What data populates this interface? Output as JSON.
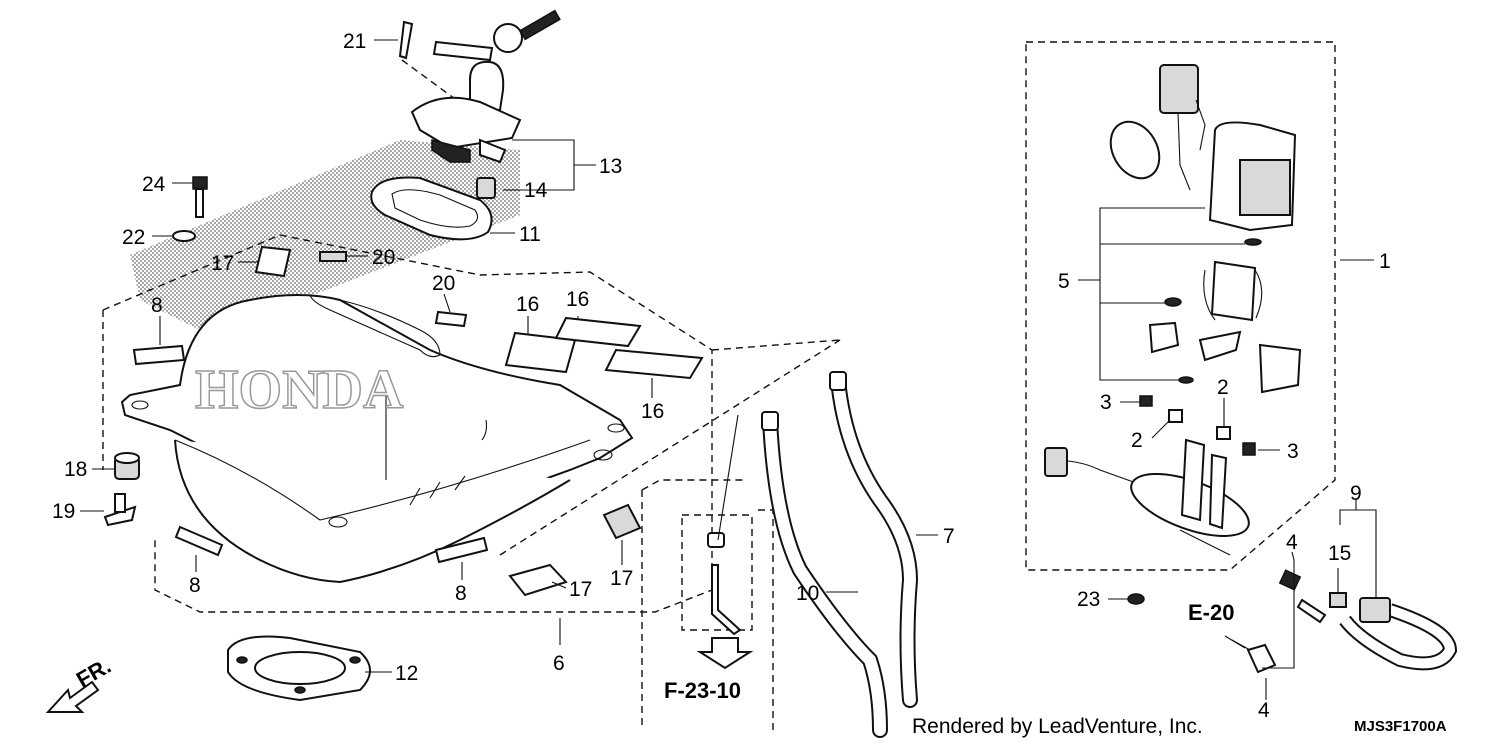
{
  "callouts": {
    "c1": "1",
    "c2a": "2",
    "c2b": "2",
    "c3a": "3",
    "c3b": "3",
    "c4a": "4",
    "c4b": "4",
    "c5": "5",
    "c6": "6",
    "c7": "7",
    "c8a": "8",
    "c8b": "8",
    "c8c": "8",
    "c9": "9",
    "c10": "10",
    "c11": "11",
    "c12": "12",
    "c13": "13",
    "c14": "14",
    "c15": "15",
    "c16a": "16",
    "c16b": "16",
    "c16c": "16",
    "c17a": "17",
    "c17b": "17",
    "c17c": "17",
    "c18": "18",
    "c19": "19",
    "c20a": "20",
    "c20b": "20",
    "c21": "21",
    "c22": "22",
    "c23": "23",
    "c24": "24"
  },
  "refs": {
    "e20": "E-20",
    "f2310": "F-23-10"
  },
  "front_label": "FR.",
  "brand_watermark": "HONDA",
  "credit": "Rendered by LeadVenture, Inc.",
  "diagram_code": "MJS3F1700A"
}
